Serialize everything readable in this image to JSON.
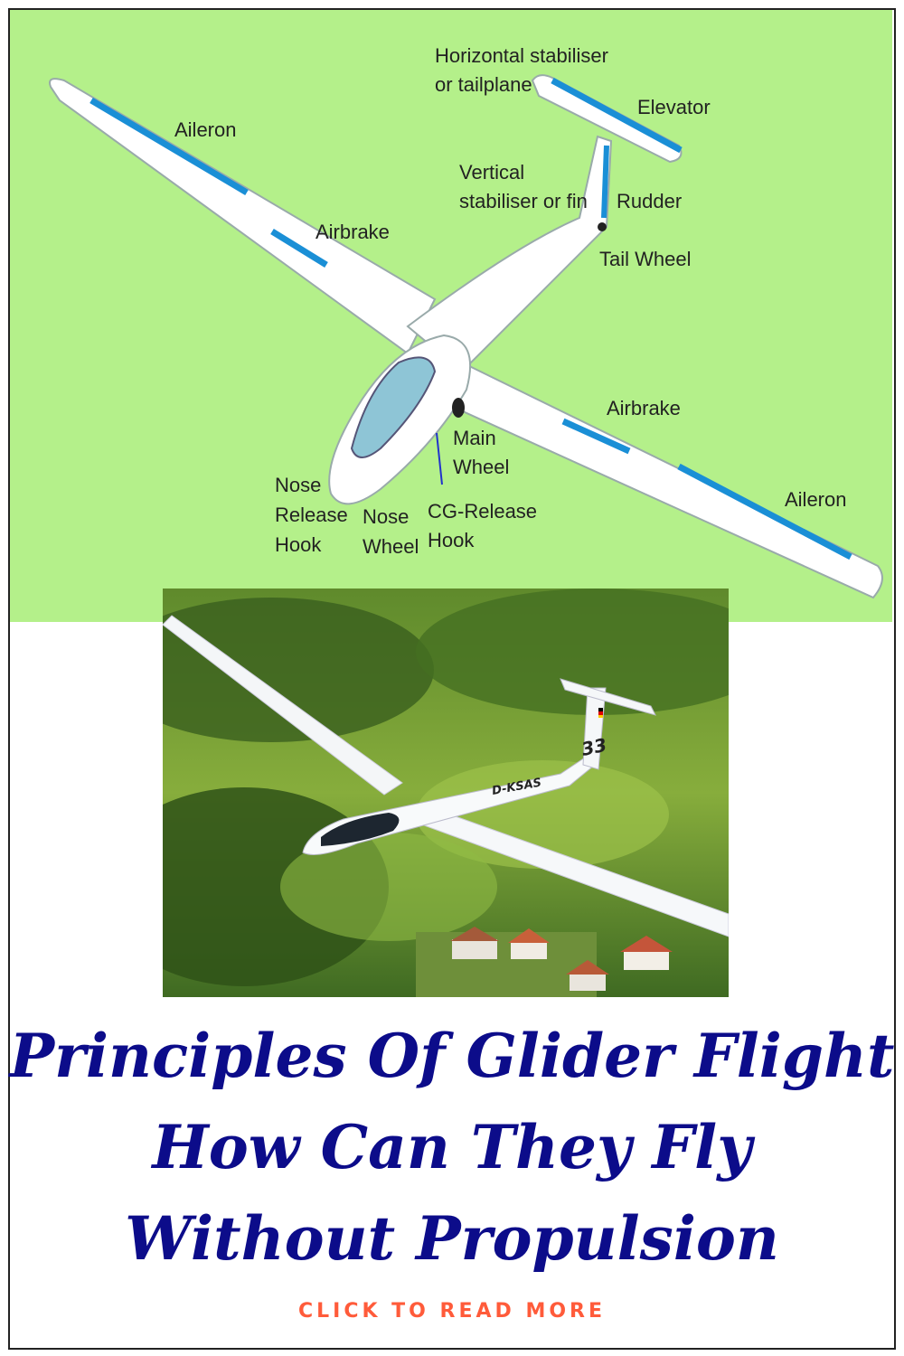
{
  "diagram": {
    "labels": {
      "aileron_left": "Aileron",
      "airbrake_left": "Airbrake",
      "tailplane_line1": "Horizontal stabiliser",
      "tailplane_line2": "or tailplane",
      "elevator": "Elevator",
      "fin_line1": "Vertical",
      "fin_line2": "stabiliser or fin",
      "rudder": "Rudder",
      "tail_wheel": "Tail Wheel",
      "airbrake_right": "Airbrake",
      "main_wheel_line1": "Main",
      "main_wheel_line2": "Wheel",
      "aileron_right": "Aileron",
      "nose_release_line1": "Nose",
      "nose_release_line2": "Release",
      "nose_release_line3": "Hook",
      "nose_wheel_line1": "Nose",
      "nose_wheel_line2": "Wheel",
      "cg_release_line1": "CG-Release",
      "cg_release_line2": "Hook"
    },
    "colors": {
      "background": "#b4f08a",
      "control_surface": "#1a8fd6",
      "label": "#222222"
    }
  },
  "photo": {
    "registration": "D-KSAS",
    "tail_number": "33"
  },
  "headline": {
    "line1": "Principles Of Glider Flight",
    "line2": "How Can They Fly",
    "line3": "Without Propulsion",
    "color": "#0c0c8a"
  },
  "cta": {
    "label": "CLICK TO READ MORE",
    "color": "#ff5b3a"
  }
}
